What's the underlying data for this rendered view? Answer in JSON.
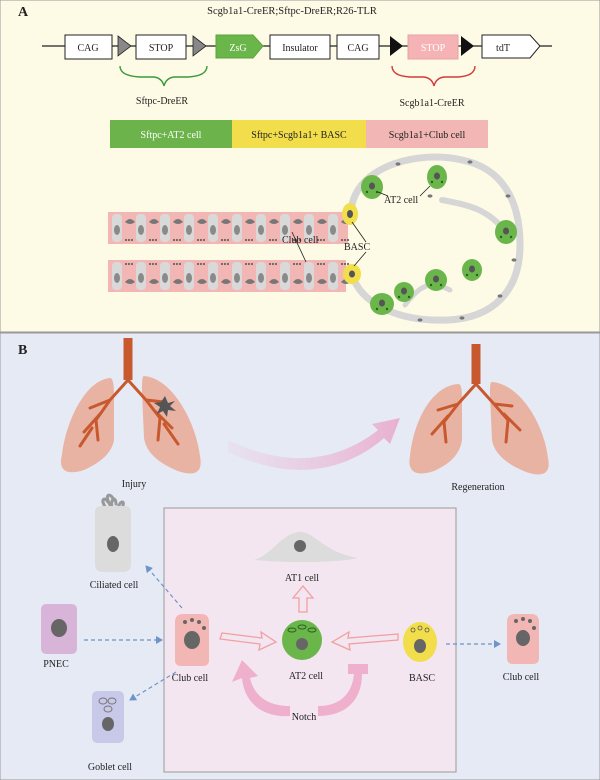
{
  "panel_a": {
    "letter": "A",
    "genotype": "Scgb1a1-CreER;Sftpc-DreER;R26-TLR",
    "construct": {
      "cag1": "CAG",
      "stop1": "STOP",
      "zsg": "ZsG",
      "insulator": "Insulator",
      "cag2": "CAG",
      "stop2": "STOP",
      "tdt": "tdT"
    },
    "brace_left_label": "Sftpc-DreER",
    "brace_right_label": "Scgb1a1-CreER",
    "legend": {
      "at2": "Sftpc+AT2 cell",
      "basc": "Sftpc+Scgb1a1+ BASC",
      "club": "Scgb1a1+Club cell"
    },
    "labels": {
      "club_cell": "Club cell",
      "basc": "BASC",
      "at2": "AT2 cell"
    }
  },
  "panel_b": {
    "letter": "B",
    "injury": "Injury",
    "regeneration": "Regeneration",
    "ciliated": "Ciliated cell",
    "pnec": "PNEC",
    "goblet": "Goblet cell",
    "club_center": "Club cell",
    "at1": "AT1 cell",
    "at2": "AT2 cell",
    "basc": "BASC",
    "club_right": "Club cell",
    "notch": "Notch"
  },
  "colors": {
    "panel_a_bg": "#fdfbe6",
    "panel_b_bg": "#e5eaf5",
    "box_bg": "#f4e6f1",
    "zsg_green": "#6ab64a",
    "at2_legend": "#6bb34a",
    "basc_yellow": "#f2dd4a",
    "club_pink": "#f2b7b4",
    "stop_pink": "#f6b3b6",
    "brace_green": "#3a9a3a",
    "brace_red": "#d23a3a",
    "dash_blue": "#6e95c8",
    "arrow_pink": "#f0a0a0",
    "notch_pink": "#eeb0cc",
    "lung": "#e9b3a4",
    "airway": "#c8592e"
  }
}
